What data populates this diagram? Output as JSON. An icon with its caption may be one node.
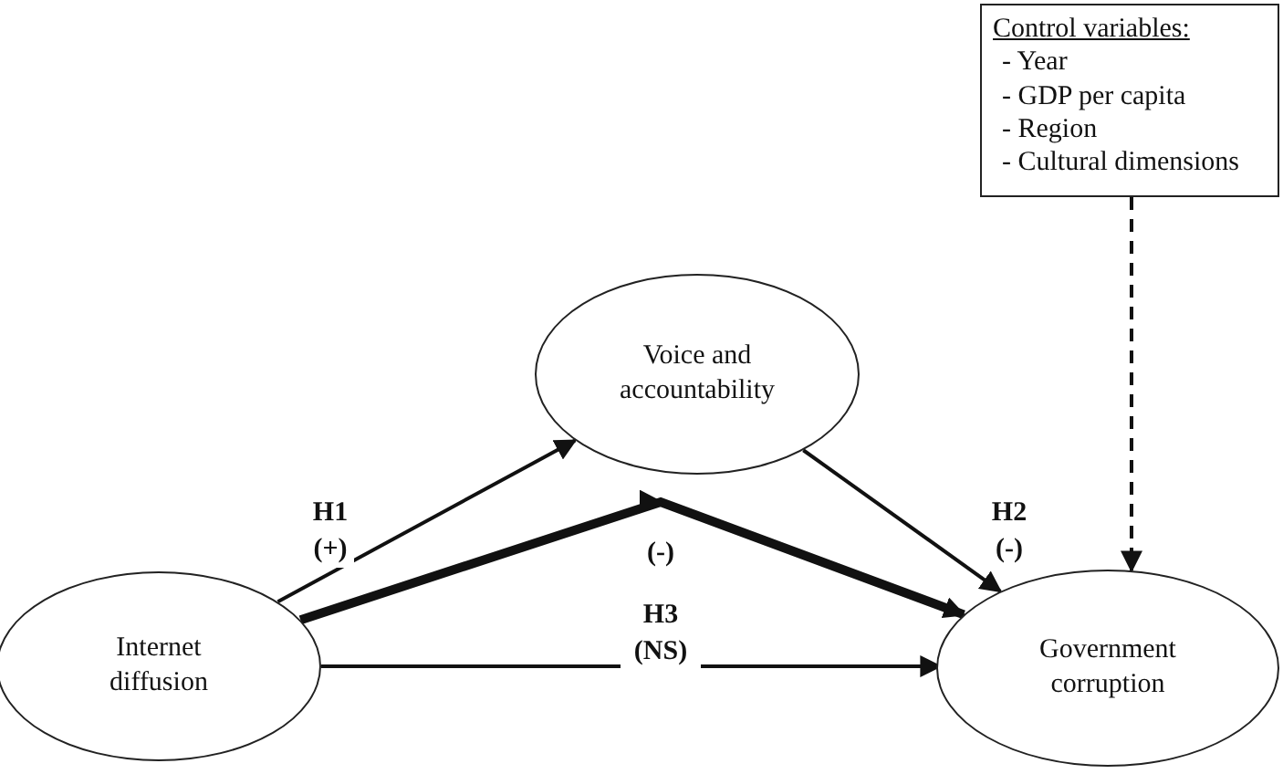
{
  "diagram": {
    "nodes": [
      {
        "text": [
          "Control variables:",
          "- Year",
          "- GDP per capita",
          "- Region",
          "- Cultural dimensions"
        ]
      },
      {
        "text": [
          "Voice and accountability"
        ]
      },
      {
        "text": [
          "Internet diffusion"
        ]
      },
      {
        "text": [
          "Government corruption"
        ]
      }
    ],
    "edges": [
      {
        "from": 2,
        "to": 1,
        "arrow": "to",
        "label": "H1 (+)"
      },
      {
        "from": 1,
        "to": 3,
        "arrow": "to",
        "label": "H2 (-)"
      },
      {
        "from": 2,
        "to": 3,
        "arrow": "to",
        "label": "(-)",
        "style": "thick"
      },
      {
        "from": 2,
        "to": 3,
        "arrow": "to",
        "label": "H3 (NS)"
      },
      {
        "from": 0,
        "to": 3,
        "arrow": "to",
        "style": "dashed"
      }
    ]
  }
}
